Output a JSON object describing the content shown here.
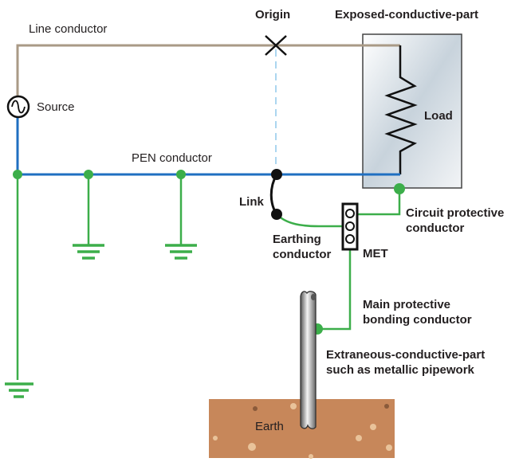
{
  "diagram": {
    "title": "TN-C-S earthing system",
    "colors": {
      "line_conductor": "#a99a86",
      "pen_conductor": "#1f6fc1",
      "earth_conductor": "#3cae4a",
      "origin_dashed": "#7fbfe8",
      "earth_soil": "#c7875a",
      "black": "#111111"
    },
    "labels": {
      "line_conductor": "Line conductor",
      "origin": "Origin",
      "exposed_part": "Exposed-conductive-part",
      "source": "Source",
      "load": "Load",
      "pen_conductor": "PEN conductor",
      "link": "Link",
      "circuit_protective_1": "Circuit protective",
      "circuit_protective_2": "conductor",
      "earthing_conductor_1": "Earthing",
      "earthing_conductor_2": "conductor",
      "met": "MET",
      "main_bonding_1": "Main protective",
      "main_bonding_2": "bonding conductor",
      "extraneous_1": "Extraneous-conductive-part",
      "extraneous_2": "such as metallic pipework",
      "earth": "Earth"
    }
  }
}
